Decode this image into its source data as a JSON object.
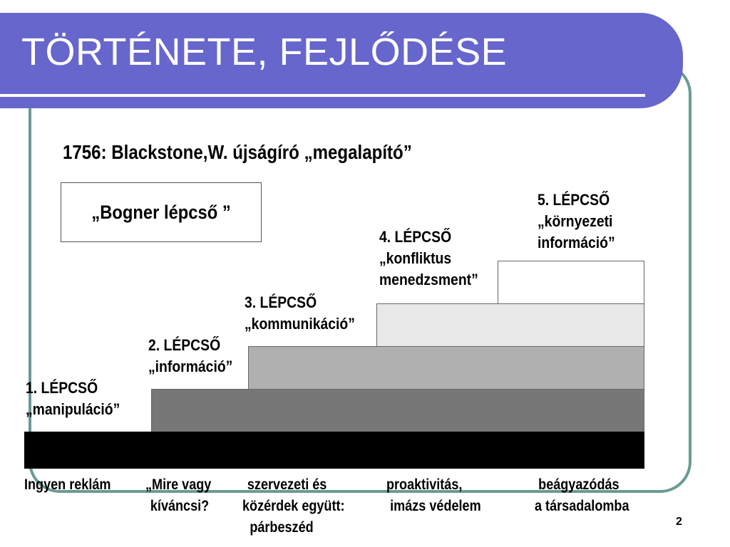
{
  "title": "TÖRTÉNETE, FEJLŐDÉSE",
  "subtitle": "1756: Blackstone,W. újságíró „megalapító”",
  "bogner_box": "„Bogner lépcső ”",
  "steps": [
    {
      "label_line1": "1. LÉPCSŐ",
      "label_line2": "„manipuláció”",
      "label_line3": "",
      "color": "#000000"
    },
    {
      "label_line1": "2. LÉPCSŐ",
      "label_line2": "„információ”",
      "label_line3": "",
      "color": "#777777"
    },
    {
      "label_line1": "3. LÉPCSŐ",
      "label_line2": "„kommunikáció”",
      "label_line3": "",
      "color": "#b0b0b0"
    },
    {
      "label_line1": "4. LÉPCSŐ",
      "label_line2": "„konfliktus",
      "label_line3": "menedzsment”",
      "color": "#e8e8e8"
    },
    {
      "label_line1": "5. LÉPCSŐ",
      "label_line2": "„környezeti",
      "label_line3": "információ”",
      "color": "#ffffff"
    }
  ],
  "captions": [
    [
      "Ingyen reklám"
    ],
    [
      "„Mire vagy",
      "kíváncsi?"
    ],
    [
      "szervezeti és",
      "közérdek együtt:",
      "párbeszéd"
    ],
    [
      "proaktivitás,",
      "imázs védelem"
    ],
    [
      "beágyazódás",
      "a társadalomba"
    ]
  ],
  "page_number": "2",
  "colors": {
    "title_bar": "#6666cc",
    "frame": "#6b9a95"
  }
}
